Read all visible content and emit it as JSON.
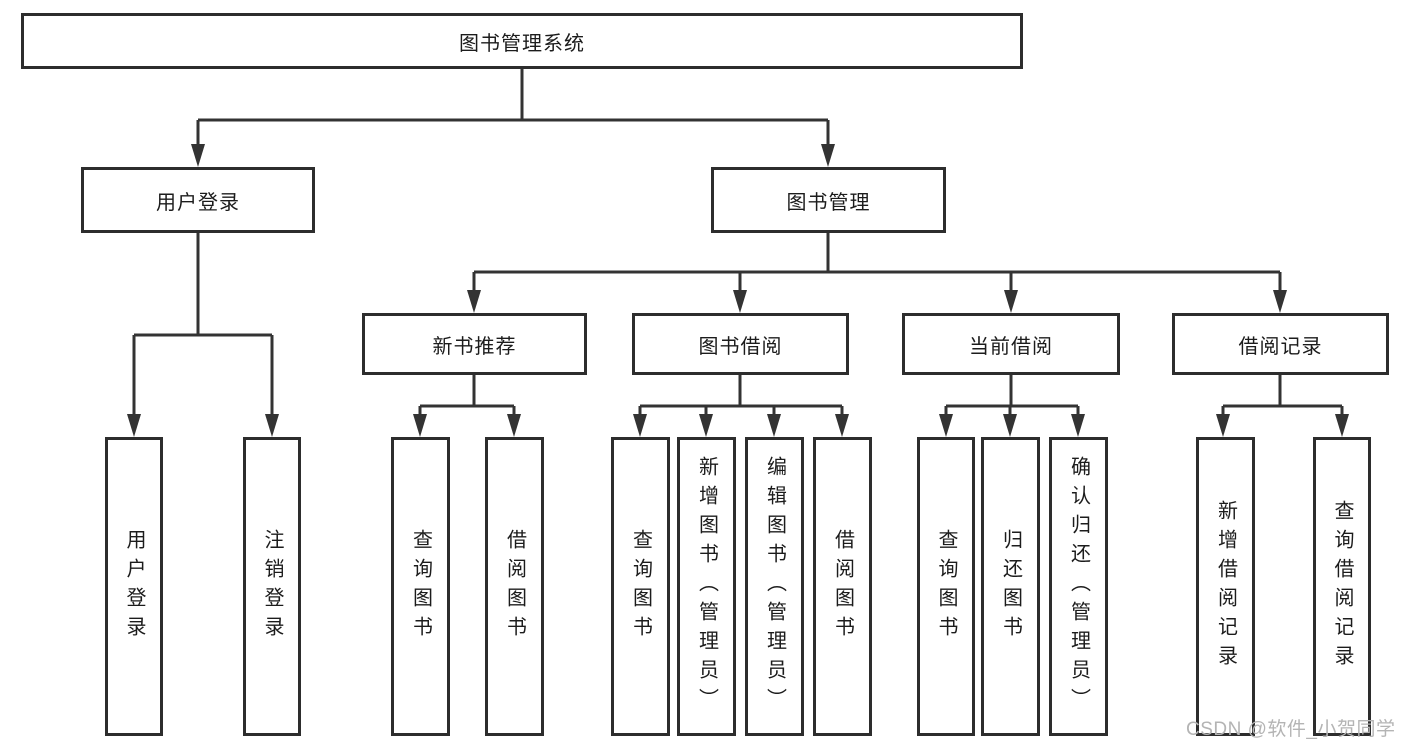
{
  "diagram": {
    "type": "tree",
    "root": {
      "label": "图书管理系统"
    },
    "level2": {
      "user_login": {
        "label": "用户登录"
      },
      "book_mgmt": {
        "label": "图书管理"
      }
    },
    "level3": {
      "new_books": {
        "label": "新书推荐"
      },
      "book_borrow": {
        "label": "图书借阅"
      },
      "current_borrow": {
        "label": "当前借阅"
      },
      "borrow_records": {
        "label": "借阅记录"
      }
    },
    "leaves": {
      "login": {
        "label": "用户登录"
      },
      "logout": {
        "label": "注销登录"
      },
      "nb_query": {
        "label": "查询图书"
      },
      "nb_borrow": {
        "label": "借阅图书"
      },
      "bb_query": {
        "label": "查询图书"
      },
      "bb_add": {
        "label": "新增图书（管理员）"
      },
      "bb_edit": {
        "label": "编辑图书（管理员）"
      },
      "bb_borrow": {
        "label": "借阅图书"
      },
      "cb_query": {
        "label": "查询图书"
      },
      "cb_return": {
        "label": "归还图书"
      },
      "cb_confirm": {
        "label": "确认归还（管理员）"
      },
      "br_add": {
        "label": "新增借阅记录"
      },
      "br_query": {
        "label": "查询借阅记录"
      }
    }
  },
  "watermark": {
    "text": "CSDN @软件_小贺同学"
  },
  "colors": {
    "line": "#333333",
    "box_border": "#2d2d2d",
    "text": "#1c1c1c",
    "background": "#ffffff",
    "watermark": "#b4b4b4"
  }
}
